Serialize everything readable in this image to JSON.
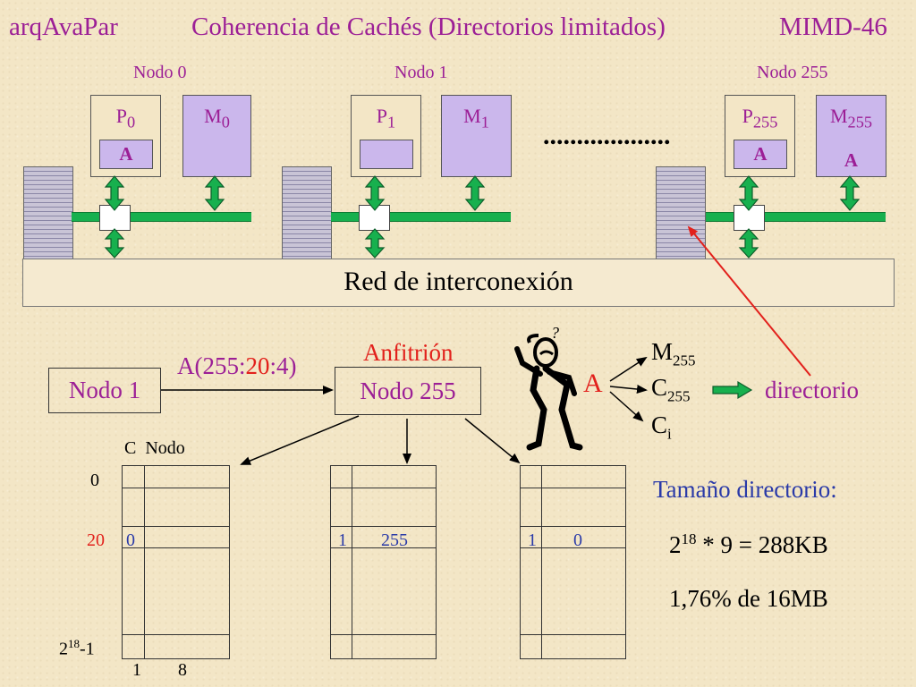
{
  "title": {
    "left": "arqAvaPar",
    "center": "Coherencia de Cachés (Directorios limitados)",
    "right": "MIMD-46"
  },
  "nodes": [
    {
      "label": "Nodo 0",
      "proc": "P",
      "proc_sub": "0",
      "mem": "M",
      "mem_sub": "0",
      "cache_value": "A",
      "mem_value": ""
    },
    {
      "label": "Nodo 1",
      "proc": "P",
      "proc_sub": "1",
      "mem": "M",
      "mem_sub": "1",
      "cache_value": "",
      "mem_value": ""
    },
    {
      "label": "Nodo 255",
      "proc": "P",
      "proc_sub": "255",
      "mem": "M",
      "mem_sub": "255",
      "cache_value": "A",
      "mem_value": "A"
    }
  ],
  "network_label": "Red de interconexión",
  "request": {
    "from_node": "Nodo 1",
    "message_prefix": "A(255:",
    "message_mid": "20",
    "message_suffix": ":4)",
    "host_caption": "Anfitrión",
    "to_node": "Nodo 255"
  },
  "figure_question": "?",
  "address": {
    "label": "A",
    "parts": [
      {
        "letter": "M",
        "sub": "255"
      },
      {
        "letter": "C",
        "sub": "255"
      },
      {
        "letter": "C",
        "sub": "i"
      }
    ],
    "target": "directorio"
  },
  "table_header": {
    "col1": "C",
    "col2": "Nodo"
  },
  "row_labels": {
    "first": "0",
    "mid": "20",
    "last_base": "2",
    "last_exp": "18",
    "last_tail": "-1"
  },
  "column_widths": {
    "c": "1",
    "nodo": "8"
  },
  "tables": [
    {
      "c": "0",
      "node": ""
    },
    {
      "c": "1",
      "node": "255"
    },
    {
      "c": "1",
      "node": "0"
    }
  ],
  "size_info": {
    "caption": "Tamaño directorio:",
    "formula_base": "2",
    "formula_exp": "18",
    "formula_rest": " * 9 = 288KB",
    "percent": "1,76% de 16MB"
  },
  "dotted_separator": "...................",
  "colors": {
    "purple": "#9c1f96",
    "red": "#e2211c",
    "green": "#17b04e",
    "blue": "#2a3aa8",
    "lavender": "#cbb7ec"
  }
}
